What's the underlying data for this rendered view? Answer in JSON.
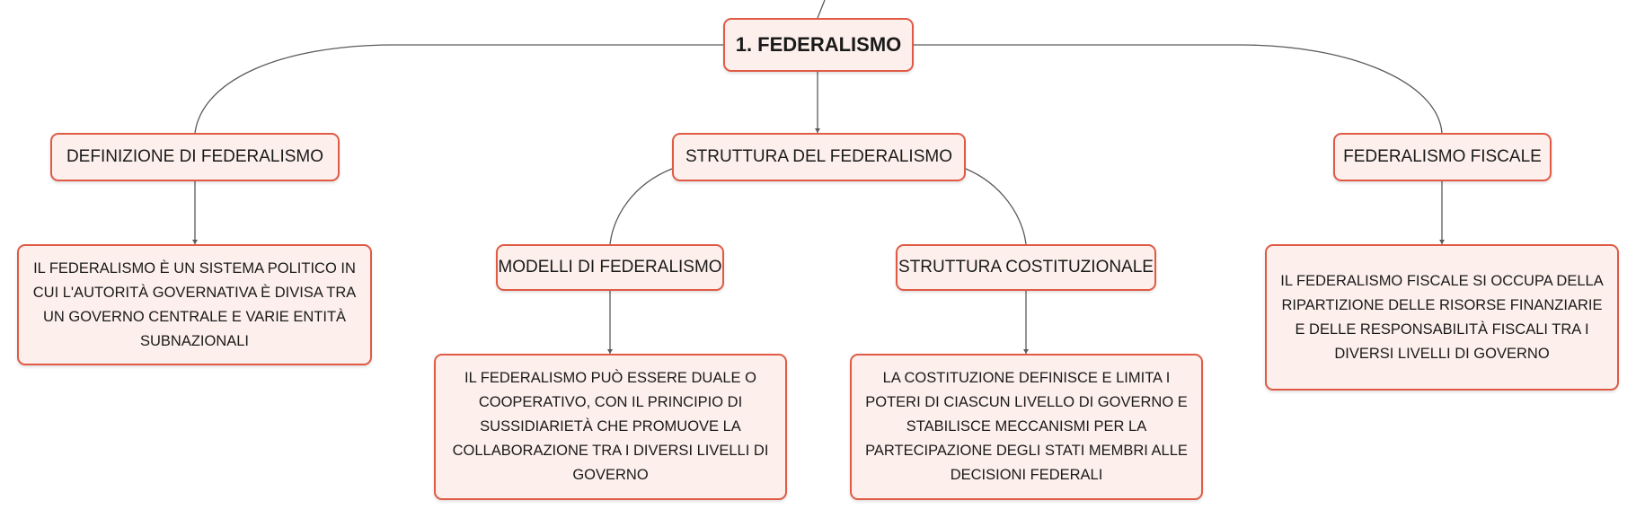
{
  "diagram": {
    "root": {
      "label": "1. FEDERALISMO"
    },
    "branches": [
      {
        "label": "DEFINIZIONE DI FEDERALISMO",
        "detail": "IL FEDERALISMO È UN SISTEMA POLITICO IN CUI L'AUTORITÀ GOVERNATIVA È DIVISA TRA UN GOVERNO CENTRALE E VARIE ENTITÀ SUBNAZIONALI"
      },
      {
        "label": "STRUTTURA DEL FEDERALISMO",
        "children": [
          {
            "label": "MODELLI DI FEDERALISMO",
            "detail": "IL FEDERALISMO PUÒ ESSERE DUALE O COOPERATIVO, CON IL PRINCIPIO DI SUSSIDIARIETÀ CHE PROMUOVE LA COLLABORAZIONE TRA I DIVERSI LIVELLI DI GOVERNO"
          },
          {
            "label": "STRUTTURA COSTITUZIONALE",
            "detail": "LA COSTITUZIONE DEFINISCE E LIMITA I POTERI DI CIASCUN LIVELLO DI GOVERNO E STABILISCE MECCANISMI PER LA PARTECIPAZIONE DEGLI STATI MEMBRI ALLE DECISIONI FEDERALI"
          }
        ]
      },
      {
        "label": "FEDERALISMO FISCALE",
        "detail": "IL FEDERALISMO FISCALE SI OCCUPA DELLA RIPARTIZIONE DELLE RISORSE FINANZIARIE E DELLE RESPONSABILITÀ FISCALI TRA I DIVERSI LIVELLI DI GOVERNO"
      }
    ]
  },
  "colors": {
    "node_border": "#e05a45",
    "node_fill": "#fdf0ec",
    "connector": "#5a5a5a",
    "text": "#1a1a1a"
  }
}
